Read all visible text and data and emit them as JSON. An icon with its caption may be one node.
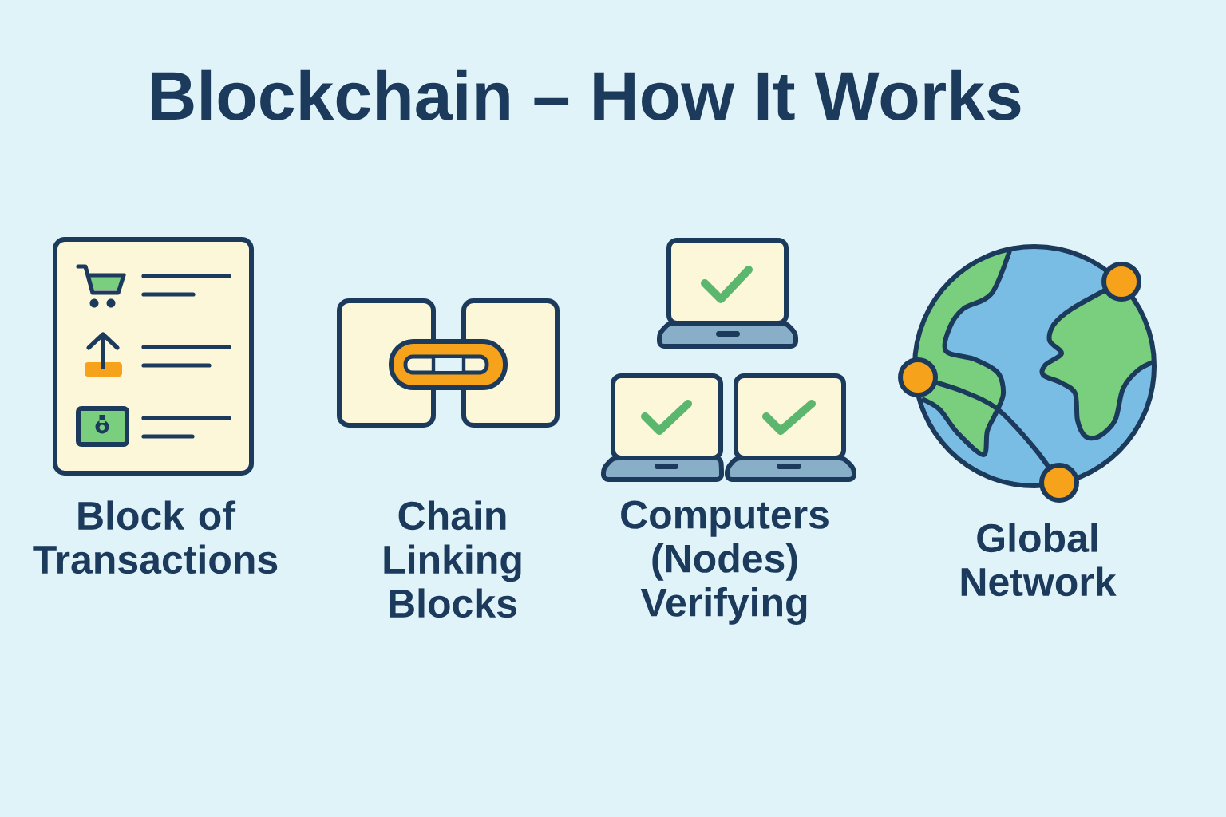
{
  "diagram": {
    "title": "Blockchain – How It Works",
    "labels": [
      "Block of Transactions",
      "Chain Linking Blocks",
      "Computers (Nodes) Verifying",
      "Global Network"
    ]
  }
}
